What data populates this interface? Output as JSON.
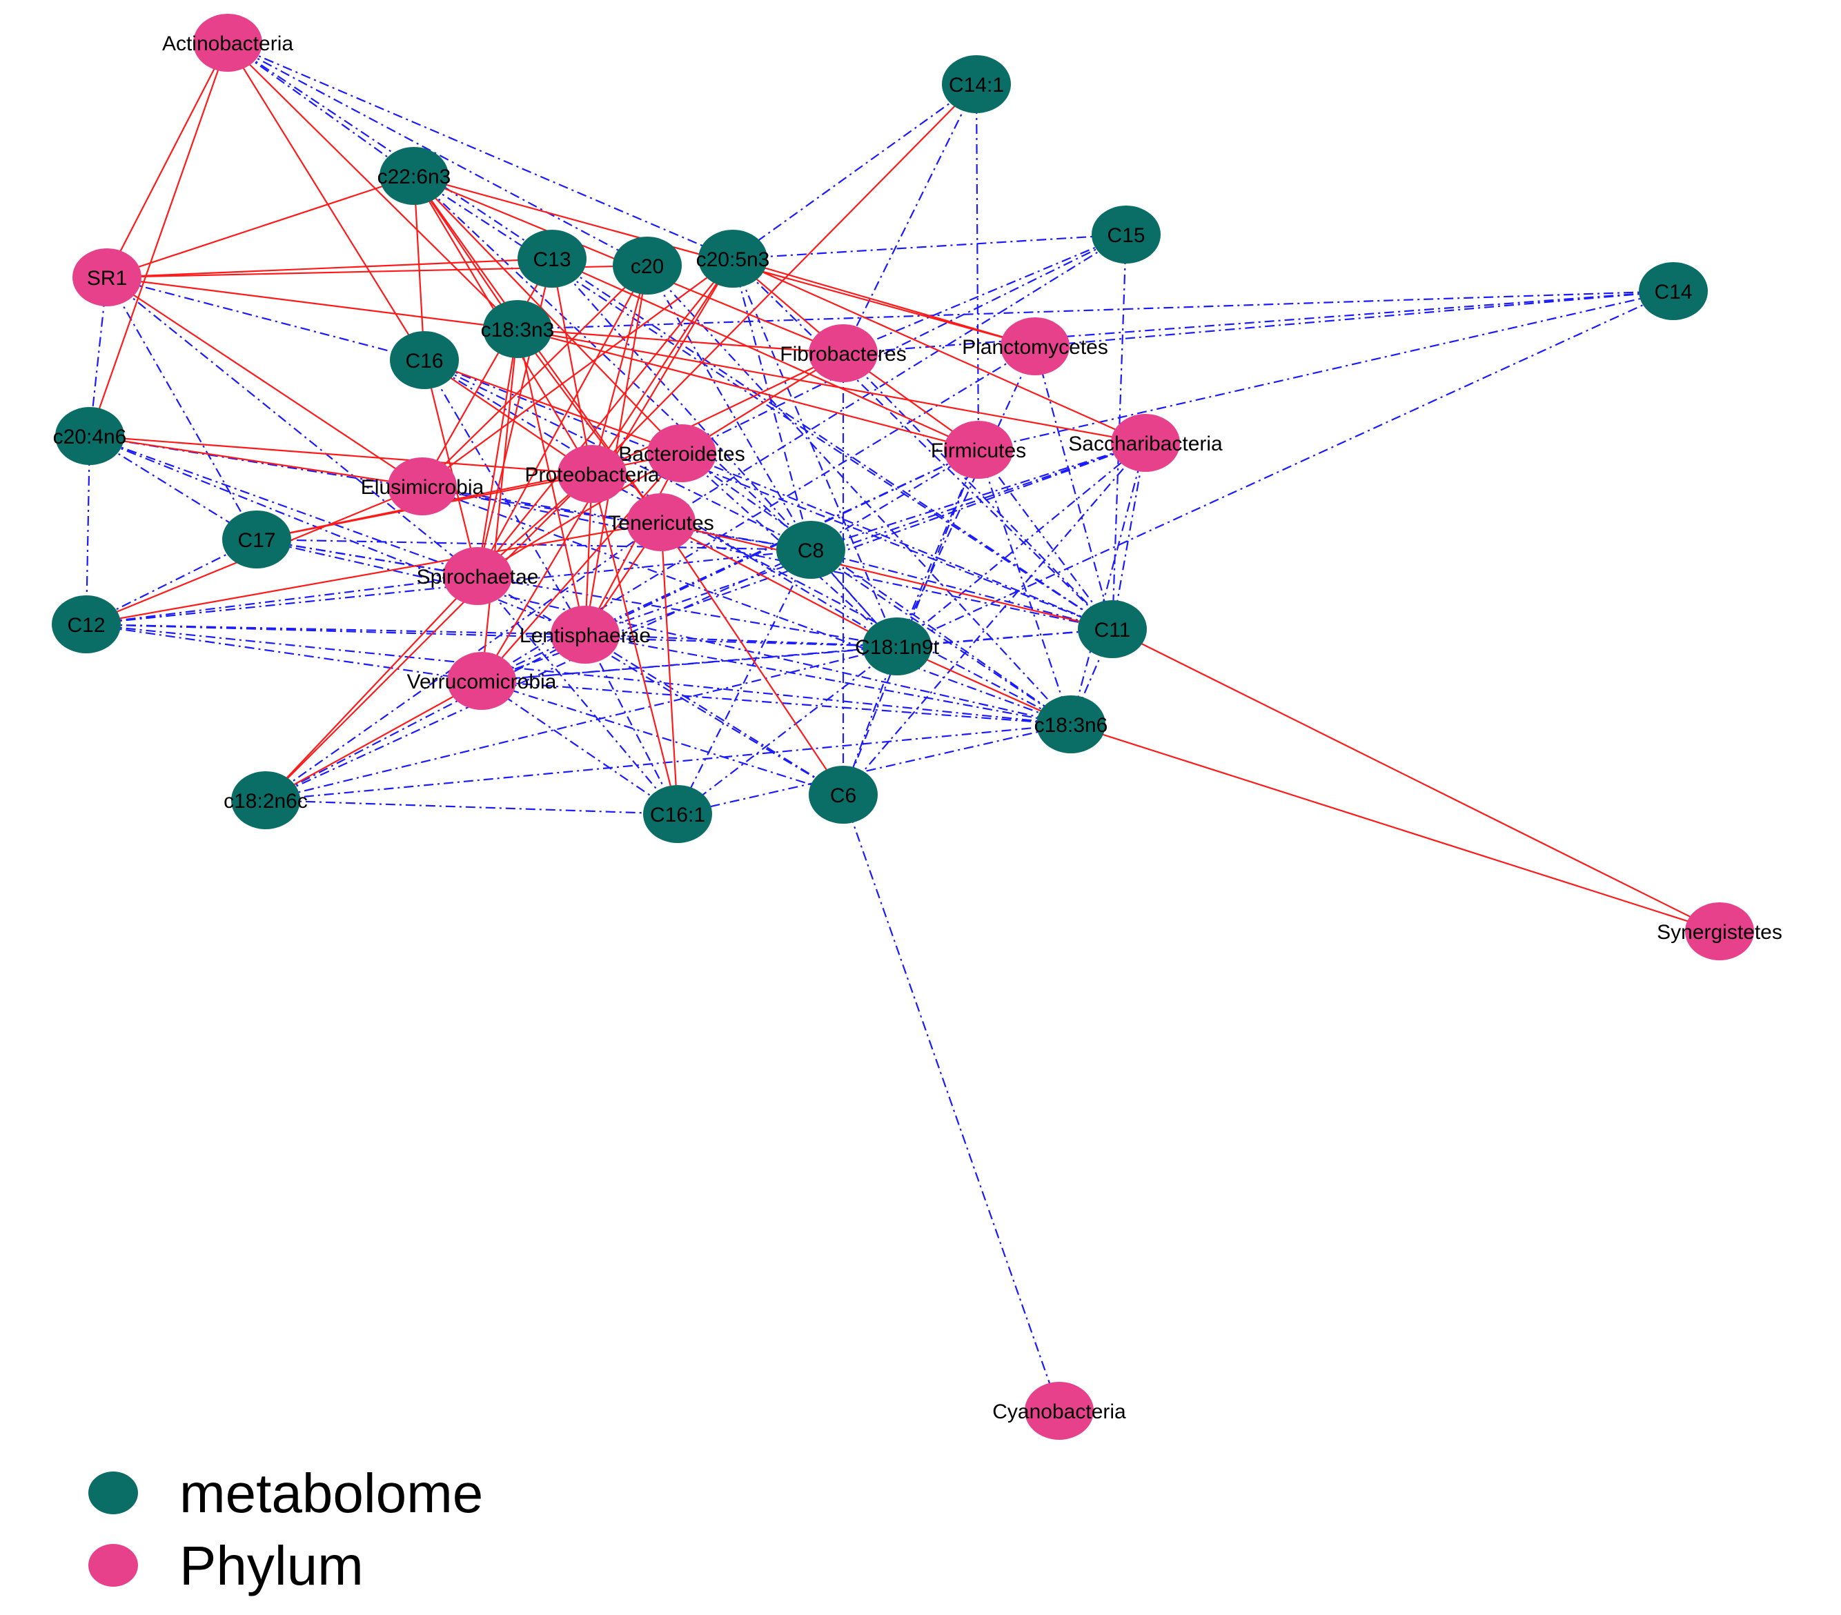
{
  "colors": {
    "metabolome": "#0b6e66",
    "phylum": "#e8418c",
    "positive_edge": "#ff1a1a",
    "negative_edge": "#1a1aff"
  },
  "legend": [
    {
      "label": "metabolome",
      "group": "metabolome"
    },
    {
      "label": "Phylum",
      "group": "phylum"
    }
  ],
  "nodes": [
    {
      "id": "Actinobacteria",
      "label": "Actinobacteria",
      "group": "phylum"
    },
    {
      "id": "SR1",
      "label": "SR1",
      "group": "phylum"
    },
    {
      "id": "Fibrobacteres",
      "label": "Fibrobacteres",
      "group": "phylum"
    },
    {
      "id": "Planctomycetes",
      "label": "Planctomycetes",
      "group": "phylum"
    },
    {
      "id": "Firmicutes",
      "label": "Firmicutes",
      "group": "phylum"
    },
    {
      "id": "Saccharibacteria",
      "label": "Saccharibacteria",
      "group": "phylum"
    },
    {
      "id": "Bacteroidetes",
      "label": "Bacteroidetes",
      "group": "phylum"
    },
    {
      "id": "Proteobacteria",
      "label": "Proteobacteria",
      "group": "phylum"
    },
    {
      "id": "Elusimicrobia",
      "label": "Elusimicrobia",
      "group": "phylum"
    },
    {
      "id": "Tenericutes",
      "label": "Tenericutes",
      "group": "phylum"
    },
    {
      "id": "Spirochaetae",
      "label": "Spirochaetae",
      "group": "phylum"
    },
    {
      "id": "Lentisphaerae",
      "label": "Lentisphaerae",
      "group": "phylum"
    },
    {
      "id": "Verrucomicrobia",
      "label": "Verrucomicrobia",
      "group": "phylum"
    },
    {
      "id": "Synergistetes",
      "label": "Synergistetes",
      "group": "phylum"
    },
    {
      "id": "Cyanobacteria",
      "label": "Cyanobacteria",
      "group": "phylum"
    },
    {
      "id": "C14:1",
      "label": "C14:1",
      "group": "metabolome"
    },
    {
      "id": "c22:6n3",
      "label": "c22:6n3",
      "group": "metabolome"
    },
    {
      "id": "C15",
      "label": "C15",
      "group": "metabolome"
    },
    {
      "id": "C13",
      "label": "C13",
      "group": "metabolome"
    },
    {
      "id": "c20",
      "label": "c20",
      "group": "metabolome"
    },
    {
      "id": "c20:5n3",
      "label": "c20:5n3",
      "group": "metabolome"
    },
    {
      "id": "C14",
      "label": "C14",
      "group": "metabolome"
    },
    {
      "id": "c18:3n3",
      "label": "c18:3n3",
      "group": "metabolome"
    },
    {
      "id": "C16",
      "label": "C16",
      "group": "metabolome"
    },
    {
      "id": "c20:4n6",
      "label": "c20:4n6",
      "group": "metabolome"
    },
    {
      "id": "C17",
      "label": "C17",
      "group": "metabolome"
    },
    {
      "id": "C8",
      "label": "C8",
      "group": "metabolome"
    },
    {
      "id": "C12",
      "label": "C12",
      "group": "metabolome"
    },
    {
      "id": "C11",
      "label": "C11",
      "group": "metabolome"
    },
    {
      "id": "C18:1n9t",
      "label": "C18:1n9t",
      "group": "metabolome"
    },
    {
      "id": "c18:3n6",
      "label": "c18:3n6",
      "group": "metabolome"
    },
    {
      "id": "c18:2n6c",
      "label": "c18:2n6c",
      "group": "metabolome"
    },
    {
      "id": "C16:1",
      "label": "C16:1",
      "group": "metabolome"
    },
    {
      "id": "C6",
      "label": "C6",
      "group": "metabolome"
    }
  ],
  "edges": {
    "positive": [
      [
        "Actinobacteria",
        "SR1"
      ],
      [
        "Actinobacteria",
        "c20:4n6"
      ],
      [
        "Actinobacteria",
        "C16"
      ],
      [
        "Actinobacteria",
        "c18:3n3"
      ],
      [
        "SR1",
        "c22:6n3"
      ],
      [
        "SR1",
        "C13"
      ],
      [
        "SR1",
        "c20"
      ],
      [
        "SR1",
        "c18:3n3"
      ],
      [
        "SR1",
        "Elusimicrobia"
      ],
      [
        "c22:6n3",
        "C16"
      ],
      [
        "c22:6n3",
        "c18:3n3"
      ],
      [
        "c22:6n3",
        "Bacteroidetes"
      ],
      [
        "c22:6n3",
        "Proteobacteria"
      ],
      [
        "c22:6n3",
        "Fibrobacteres"
      ],
      [
        "c22:6n3",
        "Planctomycetes"
      ],
      [
        "c22:6n3",
        "Tenericutes"
      ],
      [
        "C13",
        "Proteobacteria"
      ],
      [
        "C13",
        "Elusimicrobia"
      ],
      [
        "C13",
        "Spirochaetae"
      ],
      [
        "C13",
        "Firmicutes"
      ],
      [
        "c20",
        "Proteobacteria"
      ],
      [
        "c20",
        "Elusimicrobia"
      ],
      [
        "c20",
        "Spirochaetae"
      ],
      [
        "c20",
        "Lentisphaerae"
      ],
      [
        "c20:5n3",
        "Planctomycetes"
      ],
      [
        "c20:5n3",
        "Saccharibacteria"
      ],
      [
        "c20:5n3",
        "Fibrobacteres"
      ],
      [
        "c20:5n3",
        "Proteobacteria"
      ],
      [
        "c20:5n3",
        "Elusimicrobia"
      ],
      [
        "c20:5n3",
        "Spirochaetae"
      ],
      [
        "c20:5n3",
        "Verrucomicrobia"
      ],
      [
        "C14:1",
        "Proteobacteria"
      ],
      [
        "c18:3n3",
        "Fibrobacteres"
      ],
      [
        "c18:3n3",
        "Firmicutes"
      ],
      [
        "c18:3n3",
        "Saccharibacteria"
      ],
      [
        "c18:3n3",
        "Spirochaetae"
      ],
      [
        "c18:3n3",
        "Lentisphaerae"
      ],
      [
        "c18:3n3",
        "Verrucomicrobia"
      ],
      [
        "c18:3n3",
        "Tenericutes"
      ],
      [
        "C16",
        "Proteobacteria"
      ],
      [
        "C16",
        "Bacteroidetes"
      ],
      [
        "C16",
        "Spirochaetae"
      ],
      [
        "c20:4n6",
        "Proteobacteria"
      ],
      [
        "c20:4n6",
        "Elusimicrobia"
      ],
      [
        "C17",
        "Proteobacteria"
      ],
      [
        "C17",
        "Bacteroidetes"
      ],
      [
        "C12",
        "Elusimicrobia"
      ],
      [
        "C12",
        "Tenericutes"
      ],
      [
        "Fibrobacteres",
        "Bacteroidetes"
      ],
      [
        "Fibrobacteres",
        "Proteobacteria"
      ],
      [
        "Fibrobacteres",
        "Firmicutes"
      ],
      [
        "Bacteroidetes",
        "Spirochaetae"
      ],
      [
        "Bacteroidetes",
        "Lentisphaerae"
      ],
      [
        "Bacteroidetes",
        "Verrucomicrobia"
      ],
      [
        "Proteobacteria",
        "Spirochaetae"
      ],
      [
        "Proteobacteria",
        "Lentisphaerae"
      ],
      [
        "Proteobacteria",
        "c18:2n6c"
      ],
      [
        "Proteobacteria",
        "C16:1"
      ],
      [
        "Tenericutes",
        "C6"
      ],
      [
        "Tenericutes",
        "C11"
      ],
      [
        "Tenericutes",
        "C18:1n9t"
      ],
      [
        "Tenericutes",
        "Lentisphaerae"
      ],
      [
        "Tenericutes",
        "C16:1"
      ],
      [
        "Spirochaetae",
        "c18:2n6c"
      ],
      [
        "Verrucomicrobia",
        "c18:2n6c"
      ],
      [
        "C18:1n9t",
        "c18:3n6"
      ],
      [
        "C11",
        "Synergistetes"
      ],
      [
        "c18:3n6",
        "Synergistetes"
      ]
    ],
    "negative": [
      [
        "Actinobacteria",
        "c22:6n3"
      ],
      [
        "Actinobacteria",
        "C13"
      ],
      [
        "Actinobacteria",
        "c20"
      ],
      [
        "Actinobacteria",
        "c20:5n3"
      ],
      [
        "SR1",
        "C16"
      ],
      [
        "SR1",
        "C17"
      ],
      [
        "SR1",
        "Spirochaetae"
      ],
      [
        "SR1",
        "c20:4n6"
      ],
      [
        "c20:4n6",
        "C12"
      ],
      [
        "c20:4n6",
        "C17"
      ],
      [
        "c20:4n6",
        "Spirochaetae"
      ],
      [
        "c20:4n6",
        "Lentisphaerae"
      ],
      [
        "c20:4n6",
        "C8"
      ],
      [
        "C14:1",
        "Firmicutes"
      ],
      [
        "C14:1",
        "Fibrobacteres"
      ],
      [
        "C14:1",
        "c20:5n3"
      ],
      [
        "C15",
        "Fibrobacteres"
      ],
      [
        "C15",
        "Bacteroidetes"
      ],
      [
        "C15",
        "C11"
      ],
      [
        "C15",
        "Tenericutes"
      ],
      [
        "C15",
        "c20:5n3"
      ],
      [
        "C14",
        "Fibrobacteres"
      ],
      [
        "C14",
        "Firmicutes"
      ],
      [
        "C14",
        "c18:3n3"
      ],
      [
        "C14",
        "Planctomycetes"
      ],
      [
        "C14",
        "C18:1n9t"
      ],
      [
        "C12",
        "C17"
      ],
      [
        "C12",
        "Lentisphaerae"
      ],
      [
        "C12",
        "C8"
      ],
      [
        "C12",
        "C18:1n9t"
      ],
      [
        "C12",
        "c18:3n6"
      ],
      [
        "C12",
        "Spirochaetae"
      ],
      [
        "C12",
        "Verrucomicrobia"
      ],
      [
        "C17",
        "C8"
      ],
      [
        "C17",
        "C18:1n9t"
      ],
      [
        "C17",
        "Spirochaetae"
      ],
      [
        "C17",
        "c18:3n6"
      ],
      [
        "C8",
        "C11"
      ],
      [
        "C8",
        "C18:1n9t"
      ],
      [
        "C8",
        "c18:3n6"
      ],
      [
        "C8",
        "Firmicutes"
      ],
      [
        "C8",
        "Saccharibacteria"
      ],
      [
        "C8",
        "C16:1"
      ],
      [
        "C11",
        "C18:1n9t"
      ],
      [
        "C11",
        "c18:3n6"
      ],
      [
        "C11",
        "Firmicutes"
      ],
      [
        "C11",
        "Saccharibacteria"
      ],
      [
        "C11",
        "Planctomycetes"
      ],
      [
        "C11",
        "Verrucomicrobia"
      ],
      [
        "C11",
        "Bacteroidetes"
      ],
      [
        "C18:1n9t",
        "Firmicutes"
      ],
      [
        "C18:1n9t",
        "Saccharibacteria"
      ],
      [
        "C18:1n9t",
        "Verrucomicrobia"
      ],
      [
        "C18:1n9t",
        "Lentisphaerae"
      ],
      [
        "C18:1n9t",
        "C16:1"
      ],
      [
        "C18:1n9t",
        "C6"
      ],
      [
        "C18:1n9t",
        "c18:2n6c"
      ],
      [
        "c18:3n6",
        "Firmicutes"
      ],
      [
        "c18:3n6",
        "Saccharibacteria"
      ],
      [
        "c18:3n6",
        "Verrucomicrobia"
      ],
      [
        "c18:3n6",
        "Lentisphaerae"
      ],
      [
        "c18:3n6",
        "C16:1"
      ],
      [
        "c18:3n6",
        "c18:2n6c"
      ],
      [
        "c18:3n6",
        "Proteobacteria"
      ],
      [
        "c18:2n6c",
        "Lentisphaerae"
      ],
      [
        "c18:2n6c",
        "Tenericutes"
      ],
      [
        "c18:2n6c",
        "C16:1"
      ],
      [
        "c18:2n6c",
        "C8"
      ],
      [
        "C16:1",
        "Verrucomicrobia"
      ],
      [
        "C16:1",
        "Spirochaetae"
      ],
      [
        "C16:1",
        "Lentisphaerae"
      ],
      [
        "C6",
        "Cyanobacteria"
      ],
      [
        "C6",
        "Verrucomicrobia"
      ],
      [
        "C6",
        "Lentisphaerae"
      ],
      [
        "C6",
        "Spirochaetae"
      ],
      [
        "C6",
        "Firmicutes"
      ],
      [
        "C6",
        "Saccharibacteria"
      ],
      [
        "C16",
        "C8"
      ],
      [
        "C16",
        "C18:1n9t"
      ],
      [
        "C16",
        "C11"
      ],
      [
        "C16",
        "Lentisphaerae"
      ],
      [
        "c22:6n3",
        "C8"
      ],
      [
        "c22:6n3",
        "C11"
      ],
      [
        "C13",
        "C11"
      ],
      [
        "C13",
        "C18:1n9t"
      ],
      [
        "c20",
        "C8"
      ],
      [
        "c20",
        "c18:3n6"
      ],
      [
        "c20:5n3",
        "C8"
      ],
      [
        "c20:5n3",
        "C11"
      ],
      [
        "c20:5n3",
        "C18:1n9t"
      ],
      [
        "Planctomycetes",
        "C18:1n9t"
      ],
      [
        "Planctomycetes",
        "Verrucomicrobia"
      ],
      [
        "Fibrobacteres",
        "C11"
      ],
      [
        "Fibrobacteres",
        "C6"
      ],
      [
        "Elusimicrobia",
        "C8"
      ],
      [
        "Elusimicrobia",
        "C11"
      ],
      [
        "Elusimicrobia",
        "c18:3n6"
      ],
      [
        "Bacteroidetes",
        "C18:1n9t"
      ],
      [
        "Bacteroidetes",
        "c18:3n6"
      ],
      [
        "Saccharibacteria",
        "Lentisphaerae"
      ],
      [
        "Saccharibacteria",
        "Verrucomicrobia"
      ],
      [
        "Firmicutes",
        "Verrucomicrobia"
      ],
      [
        "Firmicutes",
        "Lentisphaerae"
      ]
    ]
  }
}
